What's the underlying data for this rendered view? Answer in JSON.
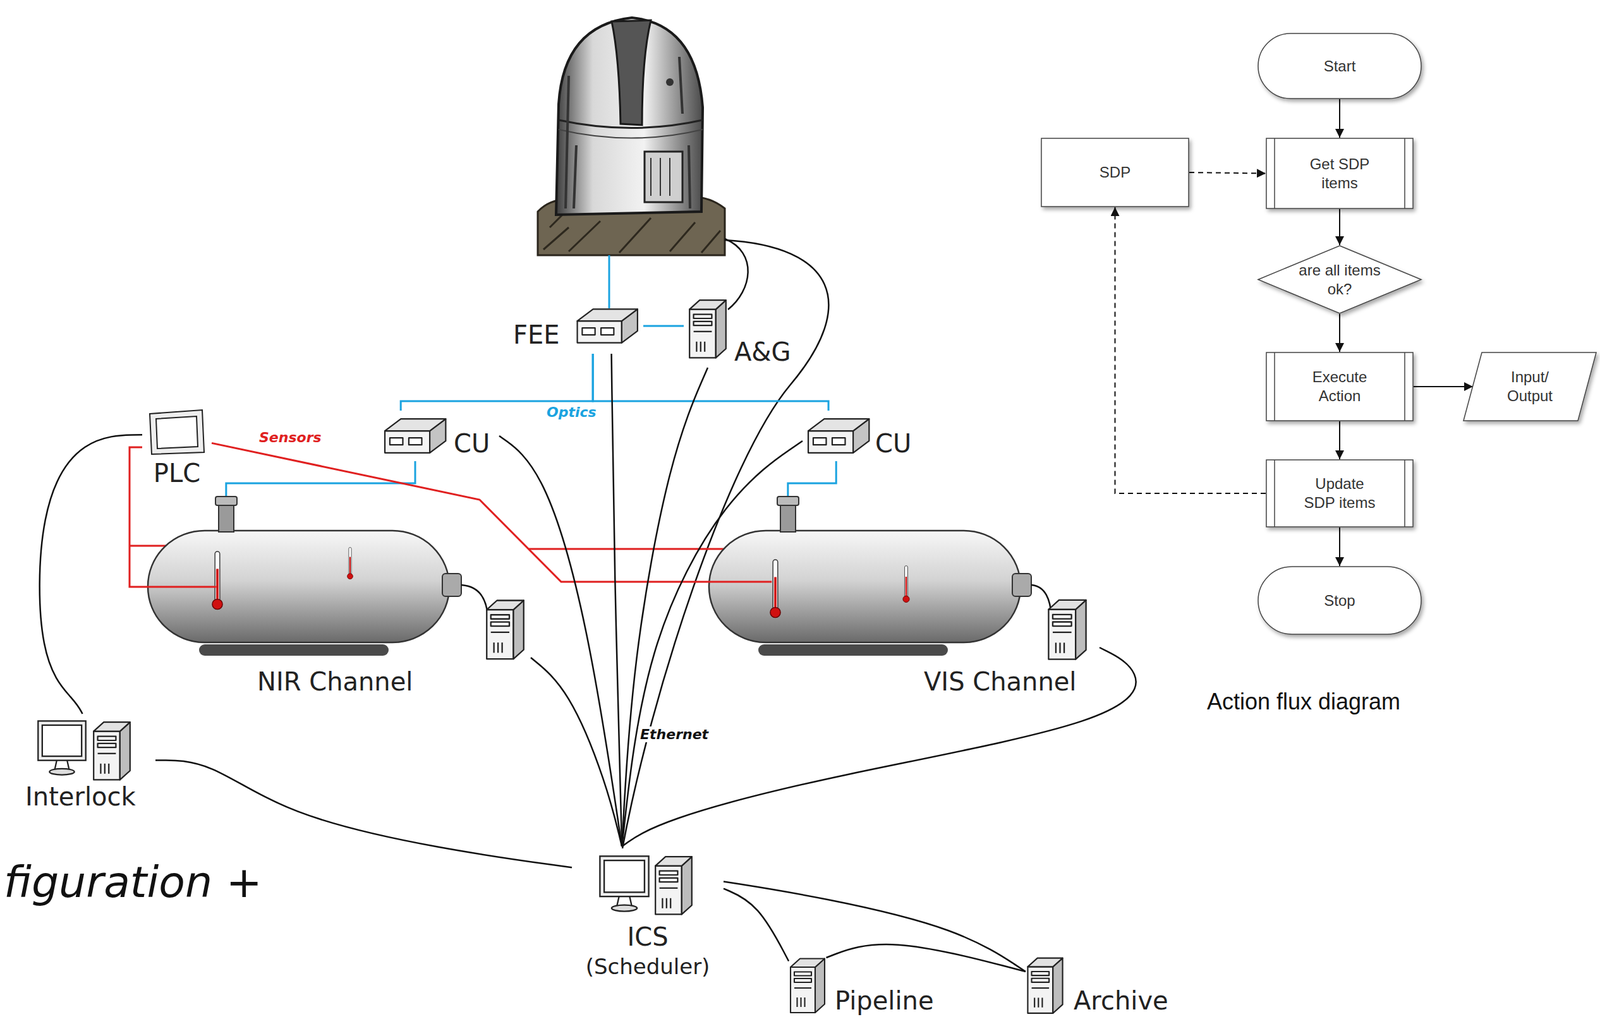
{
  "diagram": {
    "caption": "Action flux diagram",
    "nodes": [
      {
        "text": [
          "FEE"
        ]
      },
      {
        "text": [
          "A&G"
        ]
      },
      {
        "text": [
          "PLC"
        ]
      },
      {
        "text": [
          "CU"
        ]
      },
      {
        "text": [
          "CU"
        ]
      },
      {
        "text": [
          "NIR Channel"
        ]
      },
      {
        "text": [
          "VIS Channel"
        ]
      },
      {
        "text": [
          "Interlock"
        ]
      },
      {
        "text": [
          "ICS",
          "(Scheduler)"
        ]
      },
      {
        "text": [
          "Pipeline"
        ]
      },
      {
        "text": [
          "Archive"
        ]
      },
      {
        "text": [
          "Start"
        ]
      },
      {
        "text": [
          "SDP"
        ]
      },
      {
        "text": [
          "Get SDP items"
        ]
      },
      {
        "text": [
          "are all items ok?"
        ]
      },
      {
        "text": [
          "Execute Action"
        ]
      },
      {
        "text": [
          "Input/ Output"
        ]
      },
      {
        "text": [
          "Update SDP items"
        ]
      },
      {
        "text": [
          "Stop"
        ]
      }
    ],
    "edges": [
      {
        "from": 0,
        "to": 1,
        "arrow": "none"
      },
      {
        "from": 0,
        "to": 3,
        "arrow": "none"
      },
      {
        "from": 0,
        "to": 4,
        "arrow": "none"
      },
      {
        "from": 3,
        "to": 5,
        "arrow": "none"
      },
      {
        "from": 4,
        "to": 6,
        "arrow": "none"
      },
      {
        "from": 2,
        "to": 5,
        "arrow": "none"
      },
      {
        "from": 2,
        "to": 6,
        "arrow": "none"
      },
      {
        "from": 2,
        "to": 7,
        "arrow": "none"
      },
      {
        "from": 0,
        "to": 8,
        "arrow": "none"
      },
      {
        "from": 1,
        "to": 8,
        "arrow": "none"
      },
      {
        "from": 3,
        "to": 8,
        "arrow": "none"
      },
      {
        "from": 4,
        "to": 8,
        "arrow": "none"
      },
      {
        "from": 5,
        "to": 8,
        "arrow": "none"
      },
      {
        "from": 6,
        "to": 8,
        "arrow": "none"
      },
      {
        "from": 7,
        "to": 8,
        "arrow": "none"
      },
      {
        "from": 8,
        "to": 9,
        "arrow": "none"
      },
      {
        "from": 8,
        "to": 10,
        "arrow": "none"
      },
      {
        "from": 9,
        "to": 10,
        "arrow": "none"
      },
      {
        "from": 11,
        "to": 13,
        "arrow": "to"
      },
      {
        "from": 13,
        "to": 14,
        "arrow": "to"
      },
      {
        "from": 14,
        "to": 15,
        "arrow": "to"
      },
      {
        "from": 15,
        "to": 16,
        "arrow": "to"
      },
      {
        "from": 15,
        "to": 17,
        "arrow": "to"
      },
      {
        "from": 17,
        "to": 18,
        "arrow": "to"
      },
      {
        "from": 12,
        "to": 13,
        "arrow": "to"
      },
      {
        "from": 17,
        "to": 12,
        "arrow": "to"
      }
    ],
    "labels": [
      "Optics",
      "Sensors",
      "Ethernet",
      "figuration +"
    ]
  }
}
